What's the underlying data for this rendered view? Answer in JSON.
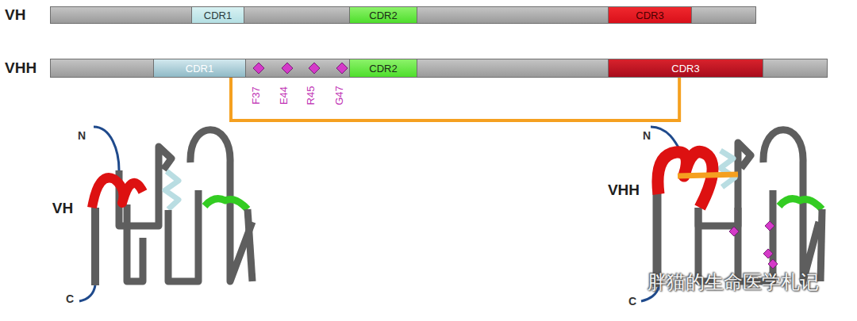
{
  "diagram": {
    "nodes": [
      {
        "text": [
          "VH"
        ]
      },
      {
        "text": [
          "CDR1"
        ],
        "in": 0
      },
      {
        "text": [
          "CDR2"
        ],
        "in": 0
      },
      {
        "text": [
          "CDR3"
        ],
        "in": 0
      },
      {
        "text": [
          "VHH"
        ]
      },
      {
        "text": [
          "CDR1"
        ],
        "in": 4
      },
      {
        "text": [
          "CDR2"
        ],
        "in": 4
      },
      {
        "text": [
          "CDR3"
        ],
        "in": 4
      }
    ],
    "edges": [
      {
        "from": 5,
        "to": 7,
        "arrow": "none"
      }
    ],
    "labels": [
      "F37",
      "E44",
      "R45",
      "G47",
      "N",
      "VH",
      "C",
      "N",
      "VHH",
      "C",
      "胖猫的生命医学札记"
    ]
  }
}
